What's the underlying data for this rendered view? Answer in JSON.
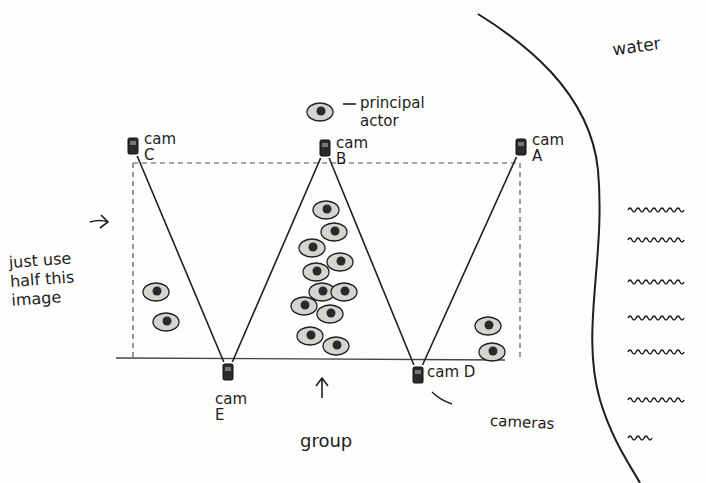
{
  "diagram": {
    "nodes": [
      {
        "text": [
          "cam C"
        ]
      },
      {
        "text": [
          "cam B"
        ]
      },
      {
        "text": [
          "cam A"
        ]
      },
      {
        "text": [
          "cam E"
        ]
      },
      {
        "text": [
          "cam D"
        ]
      }
    ],
    "edges": [
      {
        "from": 0,
        "to": 3,
        "arrow": "none"
      },
      {
        "from": 3,
        "to": 1,
        "arrow": "none"
      },
      {
        "from": 1,
        "to": 4,
        "arrow": "none"
      },
      {
        "from": 4,
        "to": 2,
        "arrow": "none"
      }
    ],
    "labels": [
      "principal actor",
      "just use half this image",
      "group",
      "cameras",
      "water"
    ]
  }
}
